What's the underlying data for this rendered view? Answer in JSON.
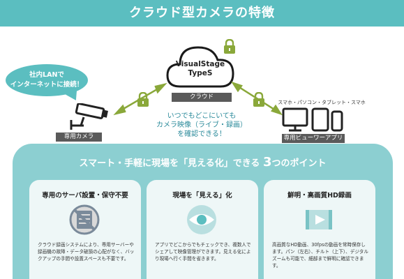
{
  "header": {
    "title": "クラウド型カメラの特徴"
  },
  "bubble": {
    "line1": "社内LANで",
    "line2": "インターネットに接続！"
  },
  "cloud": {
    "line1": "VisualStage",
    "line2": "TypeS",
    "tag": "クラウド"
  },
  "camera": {
    "tag": "専用カメラ"
  },
  "devices": {
    "note": "スマホ・パソコン・タブレット・スマホ",
    "tag": "専用ビューワーアプリ"
  },
  "center_note": {
    "line1": "いつでもどこにいても",
    "line2": "カメラ映像（ライブ・録画）",
    "line3": "を確認できる！"
  },
  "panel": {
    "title_before": "スマート・手軽に現場を「見える化」できる ",
    "title_num": "3",
    "title_after": "つのポイント"
  },
  "cards": [
    {
      "title": "専用のサーバ設置・保守不要",
      "icon": "no-server-icon",
      "desc": "クラウド録画システムにより、専用サーバーや録画機の故障・データ破損の心配がなく、バックアップの手間や設置スペースも不要です。"
    },
    {
      "title": "現場を「見える」化",
      "icon": "eye-icon",
      "desc": "アプリでどこからでもチェックでき、複数人でシェアして映像管理ができます。見える化により現場へ行く手間を省きます。"
    },
    {
      "title": "鮮明・高画質HD録画",
      "icon": "video-icon",
      "desc": "高画質なHD動画、30fpsの動画を常時保存します。パン（左右）、チルト（上下）、デジタルズームも可能で、細部まで鮮明に確認できます。"
    }
  ],
  "colors": {
    "teal": "#5bbec0",
    "panel": "#8ccfd1",
    "lock": "#8aa83a",
    "arrow": "#8aa83a"
  }
}
